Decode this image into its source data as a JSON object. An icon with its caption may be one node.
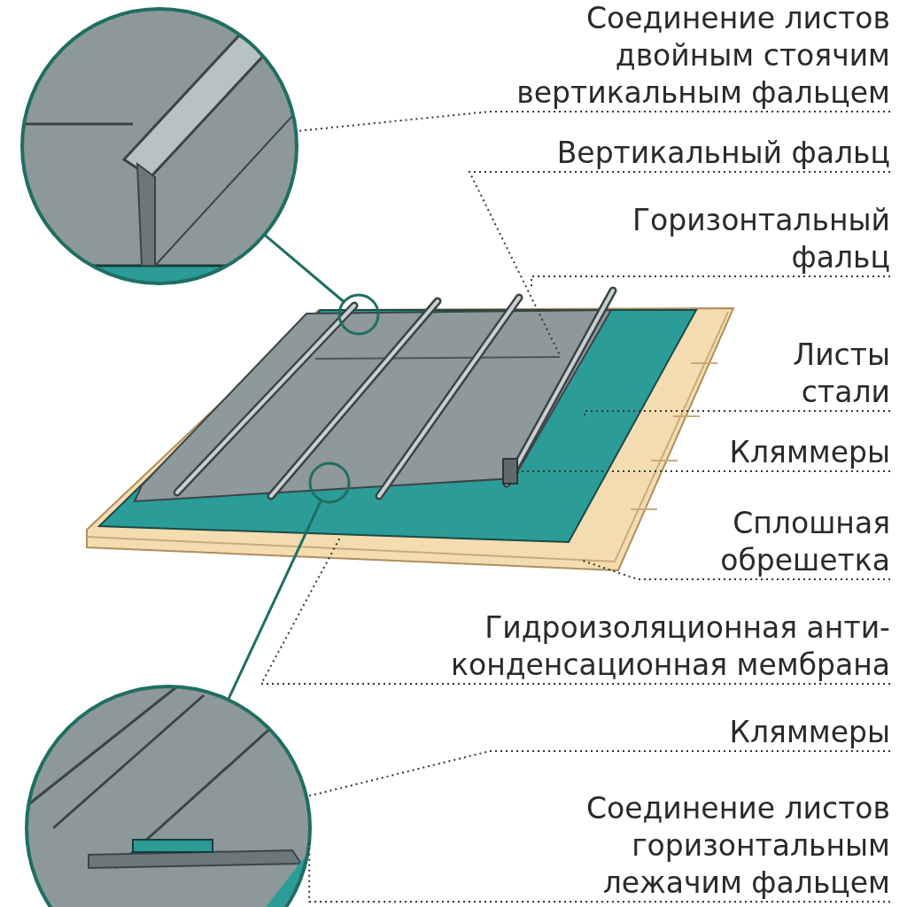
{
  "diagram": {
    "nodes": [
      {
        "text": [
          "Соединение листов двойным стоячим вертикальным фальцем"
        ]
      },
      {
        "text": [],
        "shape": "picture"
      },
      {
        "text": [
          "Вертикальный фальц"
        ]
      },
      {
        "text": [
          "Горизонтальный фальц"
        ]
      },
      {
        "text": [],
        "shape": "circle"
      },
      {
        "text": [
          "Листы стали"
        ]
      },
      {
        "text": [
          "Кляммеры"
        ]
      },
      {
        "text": [],
        "shape": "circle"
      },
      {
        "text": [
          "Сплошная обрешетка"
        ]
      },
      {
        "text": [
          "Гидроизоляционная анти-конденсационная мембрана"
        ]
      },
      {
        "text": [
          "Кляммеры"
        ]
      },
      {
        "text": [],
        "shape": "picture"
      },
      {
        "text": [
          "Соединение листов горизонтальным лежачим фальцем"
        ]
      }
    ],
    "edges": [
      {
        "from": 0,
        "to": 1,
        "arrow": "none",
        "style": "dashed"
      },
      {
        "from": 2,
        "to": null,
        "arrow": "none",
        "style": "dashed"
      },
      {
        "from": 3,
        "to": null,
        "arrow": "none",
        "style": "dashed"
      },
      {
        "from": 4,
        "to": 1,
        "arrow": "none",
        "color": "#1f6e62"
      },
      {
        "from": 5,
        "to": null,
        "arrow": "none",
        "style": "dashed"
      },
      {
        "from": 6,
        "to": null,
        "arrow": "none",
        "style": "dashed"
      },
      {
        "from": 7,
        "to": 11,
        "arrow": "none",
        "color": "#1f6e62"
      },
      {
        "from": 8,
        "to": null,
        "arrow": "none",
        "style": "dashed"
      },
      {
        "from": 9,
        "to": null,
        "arrow": "none",
        "style": "dashed"
      },
      {
        "from": 10,
        "to": 11,
        "arrow": "none",
        "style": "dashed"
      },
      {
        "from": 12,
        "to": 11,
        "arrow": "none",
        "style": "dashed"
      }
    ]
  }
}
